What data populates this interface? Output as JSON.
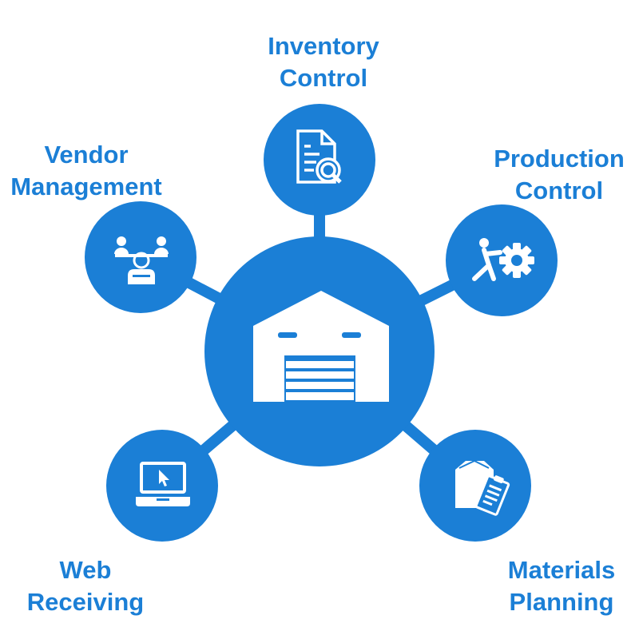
{
  "colors": {
    "accent": "#1b7fd6",
    "icon": "#ffffff",
    "background": "#ffffff"
  },
  "hub": {
    "icon": "warehouse-icon"
  },
  "nodes": {
    "inventory": {
      "line1": "Inventory",
      "line2": "Control",
      "icon": "document-search-icon"
    },
    "vendor": {
      "line1": "Vendor",
      "line2": "Management",
      "icon": "vendor-meeting-icon"
    },
    "production": {
      "line1": "Production",
      "line2": "Control",
      "icon": "worker-gear-icon"
    },
    "web": {
      "line1": "Web",
      "line2": "Receiving",
      "icon": "laptop-cursor-icon"
    },
    "materials": {
      "line1": "Materials",
      "line2": "Planning",
      "icon": "box-clipboard-icon"
    }
  }
}
